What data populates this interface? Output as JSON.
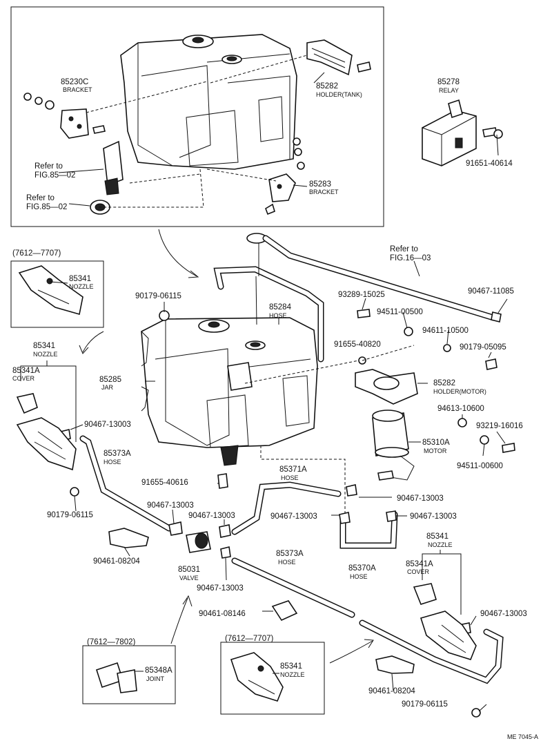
{
  "labels": {
    "bracket_top_no": "85230C",
    "bracket_top_nm": "BRACKET",
    "holder_tank_no": "85282",
    "holder_tank_nm": "HOLDER(TANK)",
    "relay_no": "85278",
    "relay_nm": "RELAY",
    "bolt_relay": "91651-40614",
    "refer_a1": "Refer to",
    "refer_a2": "FIG.85—02",
    "refer_b1": "Refer to",
    "refer_b2": "FIG.85—02",
    "bracket_bot_no": "85283",
    "bracket_bot_nm": "BRACKET",
    "range_1": "(7612—7707)",
    "nozzle_a_no": "85341",
    "nozzle_a_nm": "NOZZLE",
    "clip_top": "90179-06115",
    "hose_85284_no": "85284",
    "hose_85284_nm": "HOSE",
    "refer_c1": "Refer to",
    "refer_c2": "FIG.16—03",
    "clamp_11085": "90467-11085",
    "bolt_15025": "93289-15025",
    "washer_00500": "94511-00500",
    "washer_10500": "94611-10500",
    "bolt_40820": "91655-40820",
    "clip_05095": "90179-05095",
    "nozzle_b_no": "85341",
    "nozzle_b_nm": "NOZZLE",
    "cover_a_no": "85341A",
    "cover_a_nm": "COVER",
    "jar_no": "85285",
    "jar_nm": "JAR",
    "holder_motor_no": "85282",
    "holder_motor_nm": "HOLDER(MOTOR)",
    "washer_10600": "94613-10600",
    "bolt_16016": "93219-16016",
    "clamp_a": "90467-13003",
    "motor_no": "85310A",
    "motor_nm": "MOTOR",
    "hose_85373a_no": "85373A",
    "hose_85373a_nm": "HOSE",
    "washer_00600": "94511-00600",
    "hose_85371a_no": "85371A",
    "hose_85371a_nm": "HOSE",
    "bolt_40616": "91655-40616",
    "clamp_b": "90467-13003",
    "clip_06115_b": "90179-06115",
    "clamp_c": "90467-13003",
    "clamp_d": "90467-13003",
    "clamp_e": "90467-13003",
    "clamp_f": "90467-13003",
    "holder_08204_a": "90461-08204",
    "valve_no": "85031",
    "valve_nm": "VALVE",
    "hose_85373a2_no": "85373A",
    "hose_85373a2_nm": "HOSE",
    "hose_85370a_no": "85370A",
    "hose_85370a_nm": "HOSE",
    "nozzle_c_no": "85341",
    "nozzle_c_nm": "NOZZLE",
    "cover_b_no": "85341A",
    "cover_b_nm": "COVER",
    "clamp_g": "90467-13003",
    "holder_08146": "90461-08146",
    "clamp_h": "90467-13003",
    "range_2": "(7612—7802)",
    "joint_no": "85348A",
    "joint_nm": "JOINT",
    "range_3": "(7612—7707)",
    "nozzle_d_no": "85341",
    "nozzle_d_nm": "NOZZLE",
    "holder_08204_b": "90461-08204",
    "clip_06115_c": "90179-06115",
    "code": "ME 7045-A"
  }
}
